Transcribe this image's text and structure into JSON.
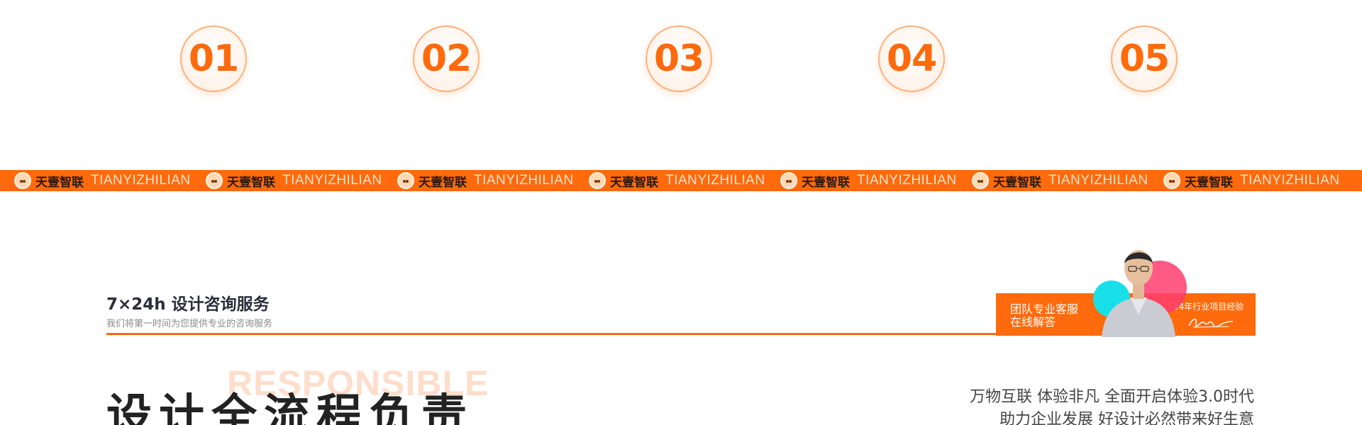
{
  "steps": [
    "01",
    "02",
    "03",
    "04",
    "05"
  ],
  "ribbon": {
    "brand_cn": "天壹智联",
    "brand_en": "TIANYIZHILIAN",
    "repeat": 7,
    "color": "#ff6a0c"
  },
  "service": {
    "title": "7×24h 设计咨询服务",
    "subtitle": "我们将第一时间为您提供专业的咨询服务",
    "badge_line1": "团队专业客服",
    "badge_line2": "在线解答",
    "experience": "14年行业项目经验"
  },
  "headline": {
    "bg_word": "RESPONSIBLE",
    "title": "设计全流程负责",
    "slogan_line1": "万物互联 体验非凡 全面开启体验3.0时代",
    "slogan_line2": "助力企业发展 好设计必然带来好生意"
  },
  "colors": {
    "accent": "#ff6a0c",
    "text_dark": "#2c2c3a"
  },
  "icons": {
    "mascot": "brand-mascot-icon",
    "signature": "signature-icon"
  }
}
